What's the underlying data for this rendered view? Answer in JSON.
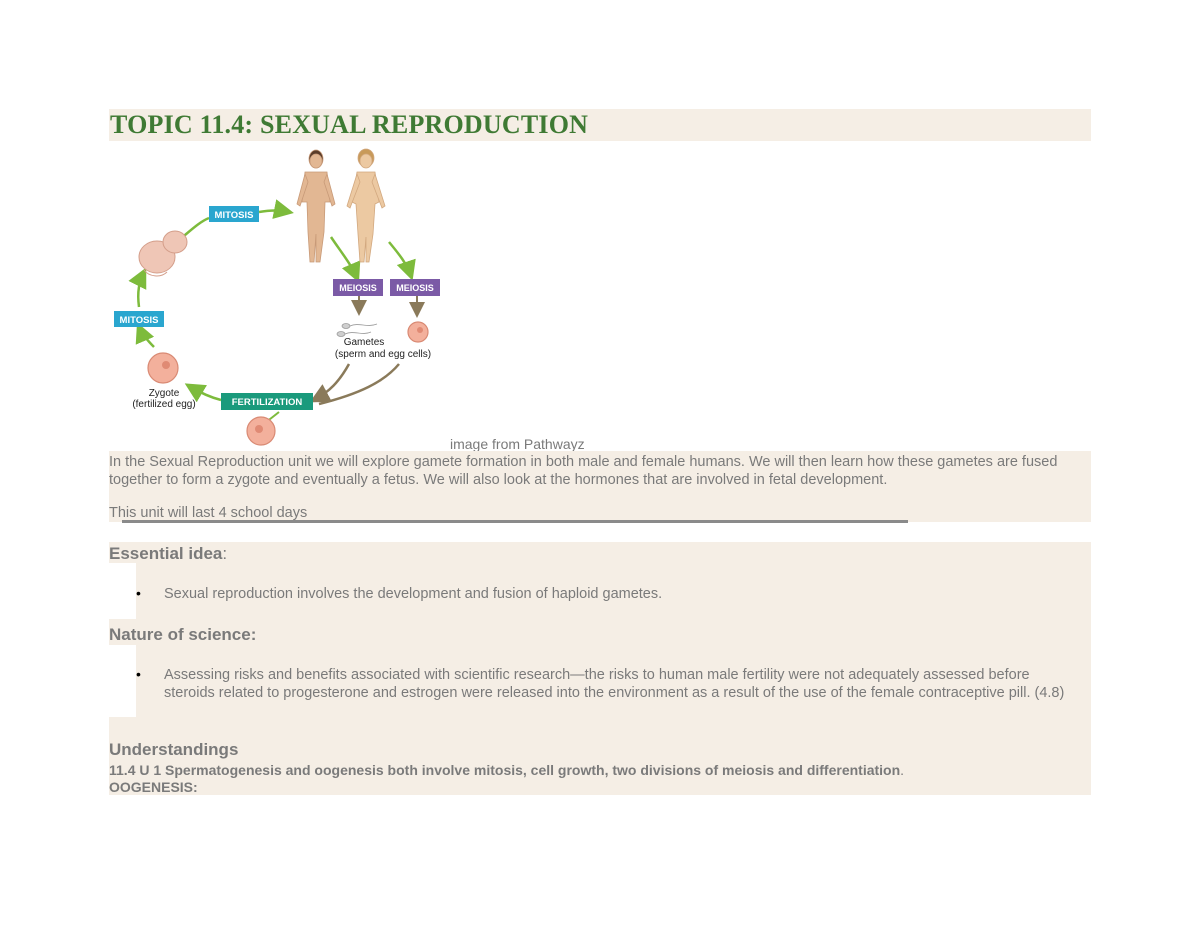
{
  "title": "TOPIC 11.4: SEXUAL REPRODUCTION",
  "figure": {
    "labels": {
      "mitosis_top": "MITOSIS",
      "mitosis_left": "MITOSIS",
      "meiosis_1": "MEIOSIS",
      "meiosis_2": "MEIOSIS",
      "gametes_line1": "Gametes",
      "gametes_line2": "(sperm and egg cells)",
      "zygote_line1": "Zygote",
      "zygote_line2": "(fertilized egg)",
      "fertilization": "FERTILIZATION"
    },
    "colors": {
      "mitosis": "#2aa6cf",
      "meiosis": "#7b5aa6",
      "fertilization": "#1a9a7c",
      "arrow_green": "#7dbb3c",
      "arrow_brown": "#8a7a5a",
      "skin": "#e9c7a4",
      "cell": "#f0a08a"
    }
  },
  "caption": "image from Pathwayz",
  "intro": {
    "paragraph": "In the Sexual Reproduction unit we will explore gamete formation in both male and female humans. We will then learn how these gametes are fused together to form a zygote and eventually a fetus. We will also look at the hormones that are involved in fetal development.",
    "duration": "This unit will last 4 school days"
  },
  "essential_idea": {
    "heading": "Essential idea",
    "colon": ":",
    "bullet": "Sexual reproduction involves the development and fusion of haploid gametes."
  },
  "nature_of_science": {
    "heading": "Nature of science:",
    "bullet": "Assessing risks and benefits associated with scientific research—the risks to human male fertility were not adequately assessed before steroids related to progesterone and estrogen were released into the environment as a result of the use of the female contraceptive pill. (4.8)"
  },
  "understandings": {
    "heading": "Understandings",
    "u1": "11.4 U 1 Spermatogenesis and oogenesis both involve mitosis, cell growth, two divisions of meiosis and differentiation",
    "u1_end": ".",
    "oogenesis": "OOGENESIS:"
  },
  "bullet_symbol": "•"
}
